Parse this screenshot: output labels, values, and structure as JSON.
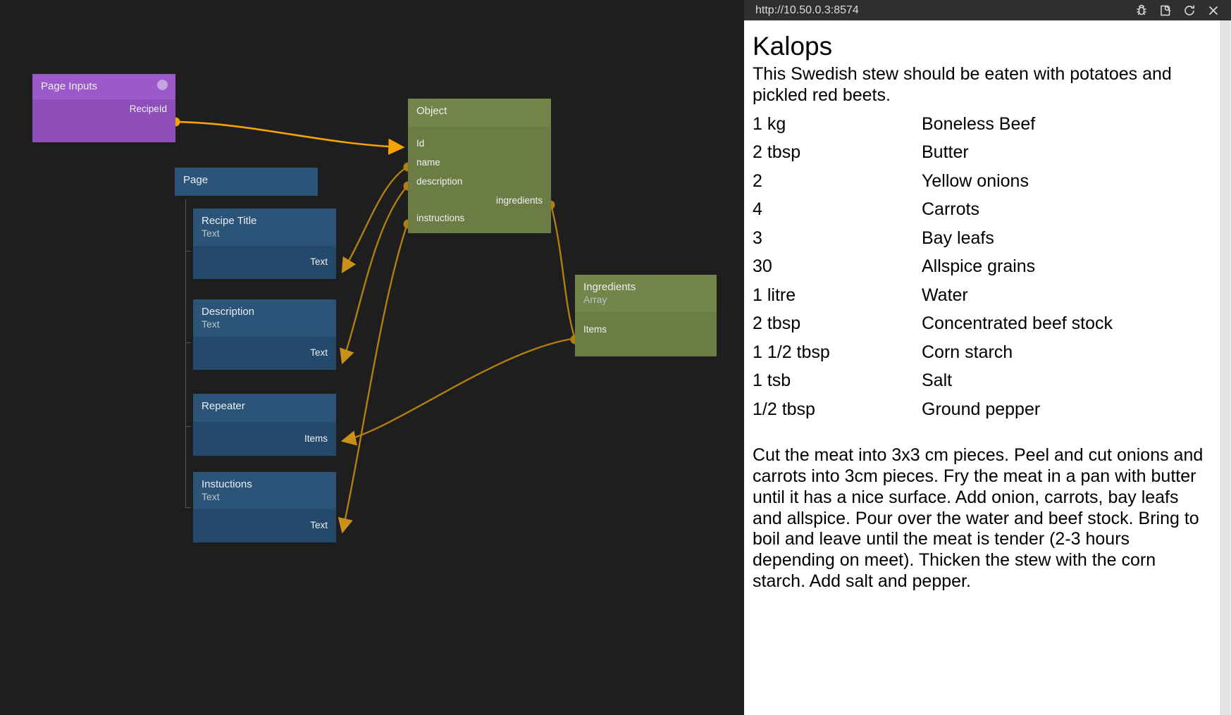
{
  "editor": {
    "nodes": [
      {
        "id": "page-inputs",
        "title": "Page Inputs",
        "subtitle": "",
        "kind": "purple",
        "outputs": [
          "RecipeId"
        ],
        "inputs": []
      },
      {
        "id": "page",
        "title": "Page",
        "subtitle": "",
        "kind": "blue",
        "outputs": [],
        "inputs": []
      },
      {
        "id": "recipe-title",
        "title": "Recipe Title",
        "subtitle": "Text",
        "kind": "blue",
        "inputs": [
          "Text"
        ],
        "outputs": []
      },
      {
        "id": "description",
        "title": "Description",
        "subtitle": "Text",
        "kind": "blue",
        "inputs": [
          "Text"
        ],
        "outputs": []
      },
      {
        "id": "repeater",
        "title": "Repeater",
        "subtitle": "",
        "kind": "blue",
        "inputs": [
          "Items"
        ],
        "outputs": []
      },
      {
        "id": "instuctions",
        "title": "Instuctions",
        "subtitle": "Text",
        "kind": "blue",
        "inputs": [
          "Text"
        ],
        "outputs": []
      },
      {
        "id": "object",
        "title": "Object",
        "subtitle": "",
        "kind": "green",
        "inputs": [
          "Id",
          "name",
          "description",
          "instructions"
        ],
        "outputs": [
          "ingredients"
        ]
      },
      {
        "id": "ingredients",
        "title": "Ingredients",
        "subtitle": "Array",
        "kind": "green",
        "inputs": [
          "Items"
        ],
        "outputs": []
      }
    ],
    "colors": {
      "canvas_background": "#1e1e1e",
      "purple_header": "#9b59c9",
      "purple_body": "#8e4fbb",
      "blue_header": "#2b5478",
      "blue_body": "#24496a",
      "green_header": "#74854a",
      "green_body": "#6b7d44",
      "wire_active": "#f5a300",
      "wire": "#b07f10"
    }
  },
  "preview": {
    "url": "http://10.50.0.3:8574",
    "toolbar_icons": [
      "bug-icon",
      "inspect-page-icon",
      "reload-icon",
      "close-icon"
    ],
    "recipe": {
      "title": "Kalops",
      "description": "This Swedish stew should be eaten with potatoes and pickled red beets.",
      "ingredients": [
        {
          "amount": "1 kg",
          "name": "Boneless Beef"
        },
        {
          "amount": "2 tbsp",
          "name": "Butter"
        },
        {
          "amount": "2",
          "name": "Yellow onions"
        },
        {
          "amount": "4",
          "name": "Carrots"
        },
        {
          "amount": "3",
          "name": "Bay leafs"
        },
        {
          "amount": "30",
          "name": "Allspice grains"
        },
        {
          "amount": "1 litre",
          "name": "Water"
        },
        {
          "amount": "2 tbsp",
          "name": "Concentrated beef stock"
        },
        {
          "amount": "1 1/2 tbsp",
          "name": "Corn starch"
        },
        {
          "amount": "1 tsb",
          "name": "Salt"
        },
        {
          "amount": "1/2 tbsp",
          "name": "Ground pepper"
        }
      ],
      "instructions": "Cut the meat into 3x3 cm pieces. Peel and cut onions and carrots into 3cm pieces. Fry the meat in a pan with butter until it has a nice surface. Add onion, carrots, bay leafs and allspice. Pour over the water and beef stock. Bring to boil and leave until the meat is tender (2-3 hours depending on meet). Thicken the stew with the corn starch. Add salt and pepper."
    }
  }
}
